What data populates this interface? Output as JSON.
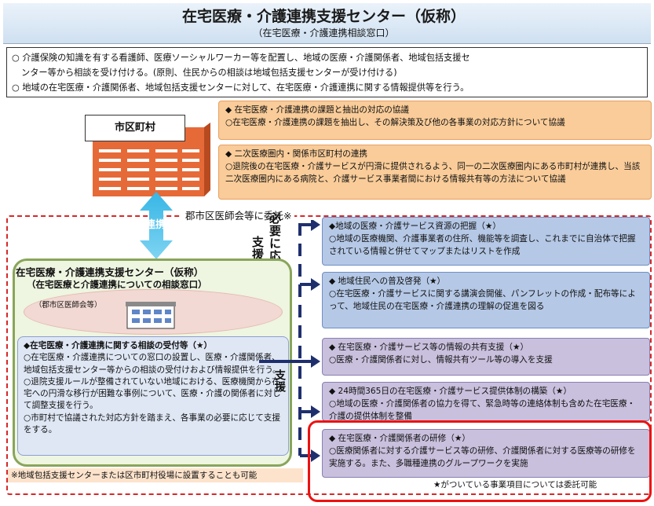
{
  "header": {
    "title": "在宅医療・介護連携支援センター（仮称）",
    "subtitle": "（在宅医療・介護連携相談窓口）"
  },
  "intro": {
    "bullet_1": "○ 介護保険の知識を有する看護師、医療ソーシャルワーカー等を配置し、地域の医療・介護関係者、地域包括支援セ",
    "bullet_1b": "ンター等から相談を受け付ける。(原則、住民からの相談は地域包括支援センターが受け付ける)",
    "bullet_2": "○ 地域の在宅医療・介護関係者、地域包括支援センターに対して、在宅医療・介護連携に関する情報提供等を行う。"
  },
  "city": {
    "label": "市区町村",
    "link_label": "連携"
  },
  "city_tasks": [
    {
      "title": "◆ 在宅医療・介護連携の課題と抽出の対応の協議",
      "body": "○在宅医療・介護連携の課題を抽出し、その解決策及び他の各事業の対応方針について協議"
    },
    {
      "title": "◆ 二次医療圏内・関係市区町村の連携",
      "body": "○退院後の在宅医療・介護サービスが円滑に提供されるよう、同一の二次医療圏内にある市町村が連携し、当該二次医療圏内にある病院と、介護サービス事業者間における情報共有等の方法について協議"
    }
  ],
  "commission": {
    "text": "郡市区医師会等に委託※",
    "vertical_1": "必要に応じて",
    "vertical_2": "支援"
  },
  "support_center": {
    "title": "在宅医療・介護連携支援センター（仮称）",
    "subtitle": "（在宅医療と介護連携についての相談窓口）",
    "org": "（郡市区医師会等）",
    "consult_title": "◆在宅医療・介護連携に関する相談の受付等（★）",
    "consult_1": "○在宅医療・介護連携についての窓口の設置し、医療・介護関係者、地域包括支援センター等からの相談の受付けおよび情報提供を行う。",
    "consult_2": "○退院支援ルールが整備されていない地域における、医療機関から在宅への円滑な移行が困難な事例について、医療・介護の関係者に対して調整支援を行う。",
    "consult_3": "○市町村で協議された対応方針を踏まえ、各事業の必要に応じて支援をする。",
    "support_label": "支援"
  },
  "right_tasks": [
    {
      "title": "◆地域の医療・介護サービス資源の把握（★）",
      "body": "○地域の医療機関、介護事業者の住所、機能等を調査し、これまでに自治体で把握されている情報と併せてマップまたはリストを作成"
    },
    {
      "title": "◆ 地域住民への普及啓発（★）",
      "body": "○在宅医療・介護サービスに関する講演会開催、パンフレットの作成・配布等によって、地域住民の在宅医療・介護連携の理解の促進を図る"
    },
    {
      "title": "◆ 在宅医療・介護サービス等の情報の共有支援（★）",
      "body": "○医療・介護関係者に対し、情報共有ツール等の導入を支援"
    },
    {
      "title": "◆ 24時間365日の在宅医療・介護サービス提供体制の構築（★）",
      "body": "○地域の医療・介護関係者の協力を得て、緊急時等の連絡体制も含めた在宅医療・介護の提供体制を整備"
    },
    {
      "title": "◆ 在宅医療・介護関係者の研修（★）",
      "body": "○医療関係者に対する介護サービス等の研修、介護関係者に対する医療等の研修を実施する。また、多職種連携のグループワークを実施"
    }
  ],
  "notes": {
    "bottom_left": "※地域包括支援センターまたは区市町村役場に設置することも可能",
    "star_note": "★がついている事業項目については委託可能"
  },
  "colors": {
    "dashed_border": "#d72828",
    "highlight_border": "#e11111",
    "orange_box": "#f9cc99",
    "blue_box": "#b5c8e6",
    "purple_box": "#c9c0dd",
    "arrow": "#1f2f6e"
  }
}
